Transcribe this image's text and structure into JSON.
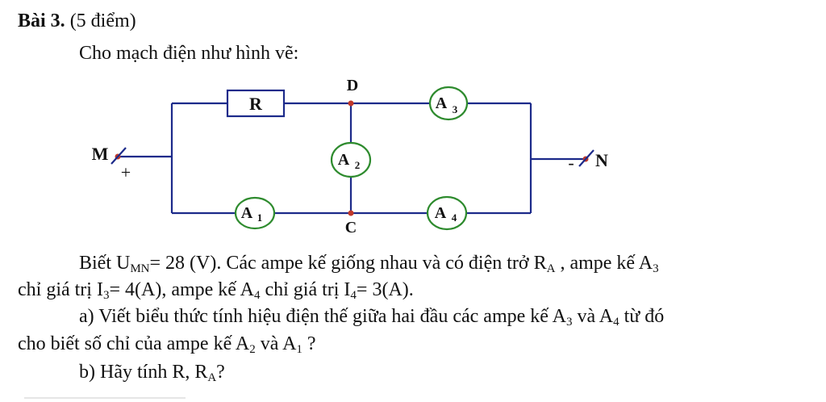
{
  "header": {
    "problem_label": "Bài 3.",
    "points": "(5 điểm)",
    "intro": "Cho mạch điện như hình vẽ:"
  },
  "circuit": {
    "resistor_label": "R",
    "node_d": "D",
    "node_c": "C",
    "node_m": "M",
    "node_n": "N",
    "plus_sign": "+",
    "minus_sign": "-",
    "ammeters": [
      {
        "letter": "A",
        "sub": "1"
      },
      {
        "letter": "A",
        "sub": "2"
      },
      {
        "letter": "A",
        "sub": "3"
      },
      {
        "letter": "A",
        "sub": "4"
      }
    ],
    "colors": {
      "wire": "#1c2a8a",
      "ammeter_ring": "#2e8b2e",
      "node_dot": "#c0392b"
    }
  },
  "body": {
    "given_1a": "Biết U",
    "given_1a_sub": "MN",
    "given_1b": "= 28 (V). Các ampe kế giống nhau và có điện trở R",
    "given_1b_sub": "A",
    "given_1c": ", ampe kế A",
    "given_1c_sub": "3",
    "given_2a": "chỉ giá trị I",
    "given_2a_sub": "3",
    "given_2b": "= 4(A), ampe kế A",
    "given_2b_sub": "4",
    "given_2c": "chỉ giá trị I",
    "given_2c_sub": "4",
    "given_2d": "= 3(A).",
    "qa_1a": "a) Viết biểu thức tính hiệu điện thế giữa hai đầu các ampe kế A",
    "qa_1a_sub": "3",
    "qa_1b": "và A",
    "qa_1b_sub": "4",
    "qa_1c": "từ đó",
    "qa_2a": "cho biết số chỉ của ampe kế A",
    "qa_2a_sub": "2",
    "qa_2b": "và A",
    "qa_2b_sub": "1",
    "qa_2c": "?",
    "qb_a": "b) Hãy tính R, R",
    "qb_a_sub": "A",
    "qb_b": "?"
  }
}
